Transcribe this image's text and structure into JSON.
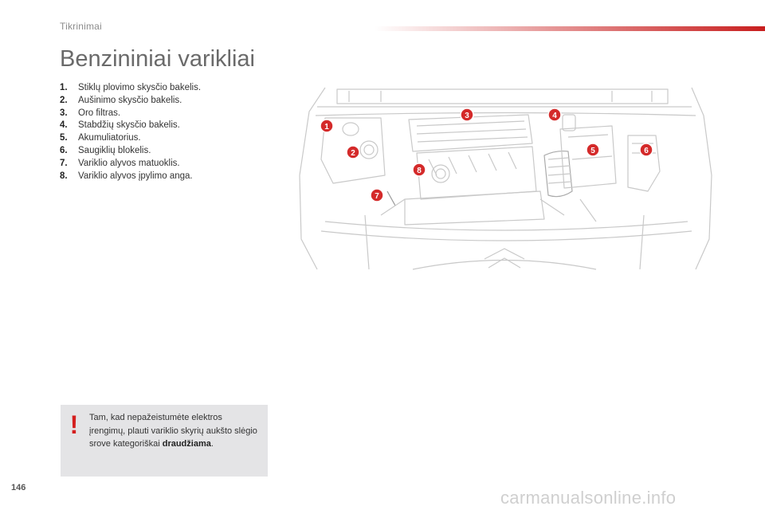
{
  "header": {
    "section": "Tikrinimai"
  },
  "title": "Benzininiai varikliai",
  "parts": [
    {
      "num": "1.",
      "label": "Stiklų plovimo skysčio bakelis."
    },
    {
      "num": "2.",
      "label": "Aušinimo skysčio bakelis."
    },
    {
      "num": "3.",
      "label": "Oro filtras."
    },
    {
      "num": "4.",
      "label": "Stabdžių skysčio bakelis."
    },
    {
      "num": "5.",
      "label": "Akumuliatorius."
    },
    {
      "num": "6.",
      "label": "Saugiklių blokelis."
    },
    {
      "num": "7.",
      "label": "Variklio alyvos matuoklis."
    },
    {
      "num": "8.",
      "label": "Variklio alyvos įpylimo anga."
    }
  ],
  "figure": {
    "markers": [
      "1",
      "2",
      "3",
      "4",
      "5",
      "6",
      "7",
      "8"
    ],
    "marker_color": "#d42a2a"
  },
  "warning": {
    "icon": "exclamation-icon",
    "text_before": "Tam, kad nepažeistumėte elektros įrengimų, plauti variklio skyrių aukšto slėgio srove kategoriškai ",
    "text_bold": "draudžiama",
    "text_after": "."
  },
  "page_number": "146",
  "watermark": "carmanualsonline.info"
}
